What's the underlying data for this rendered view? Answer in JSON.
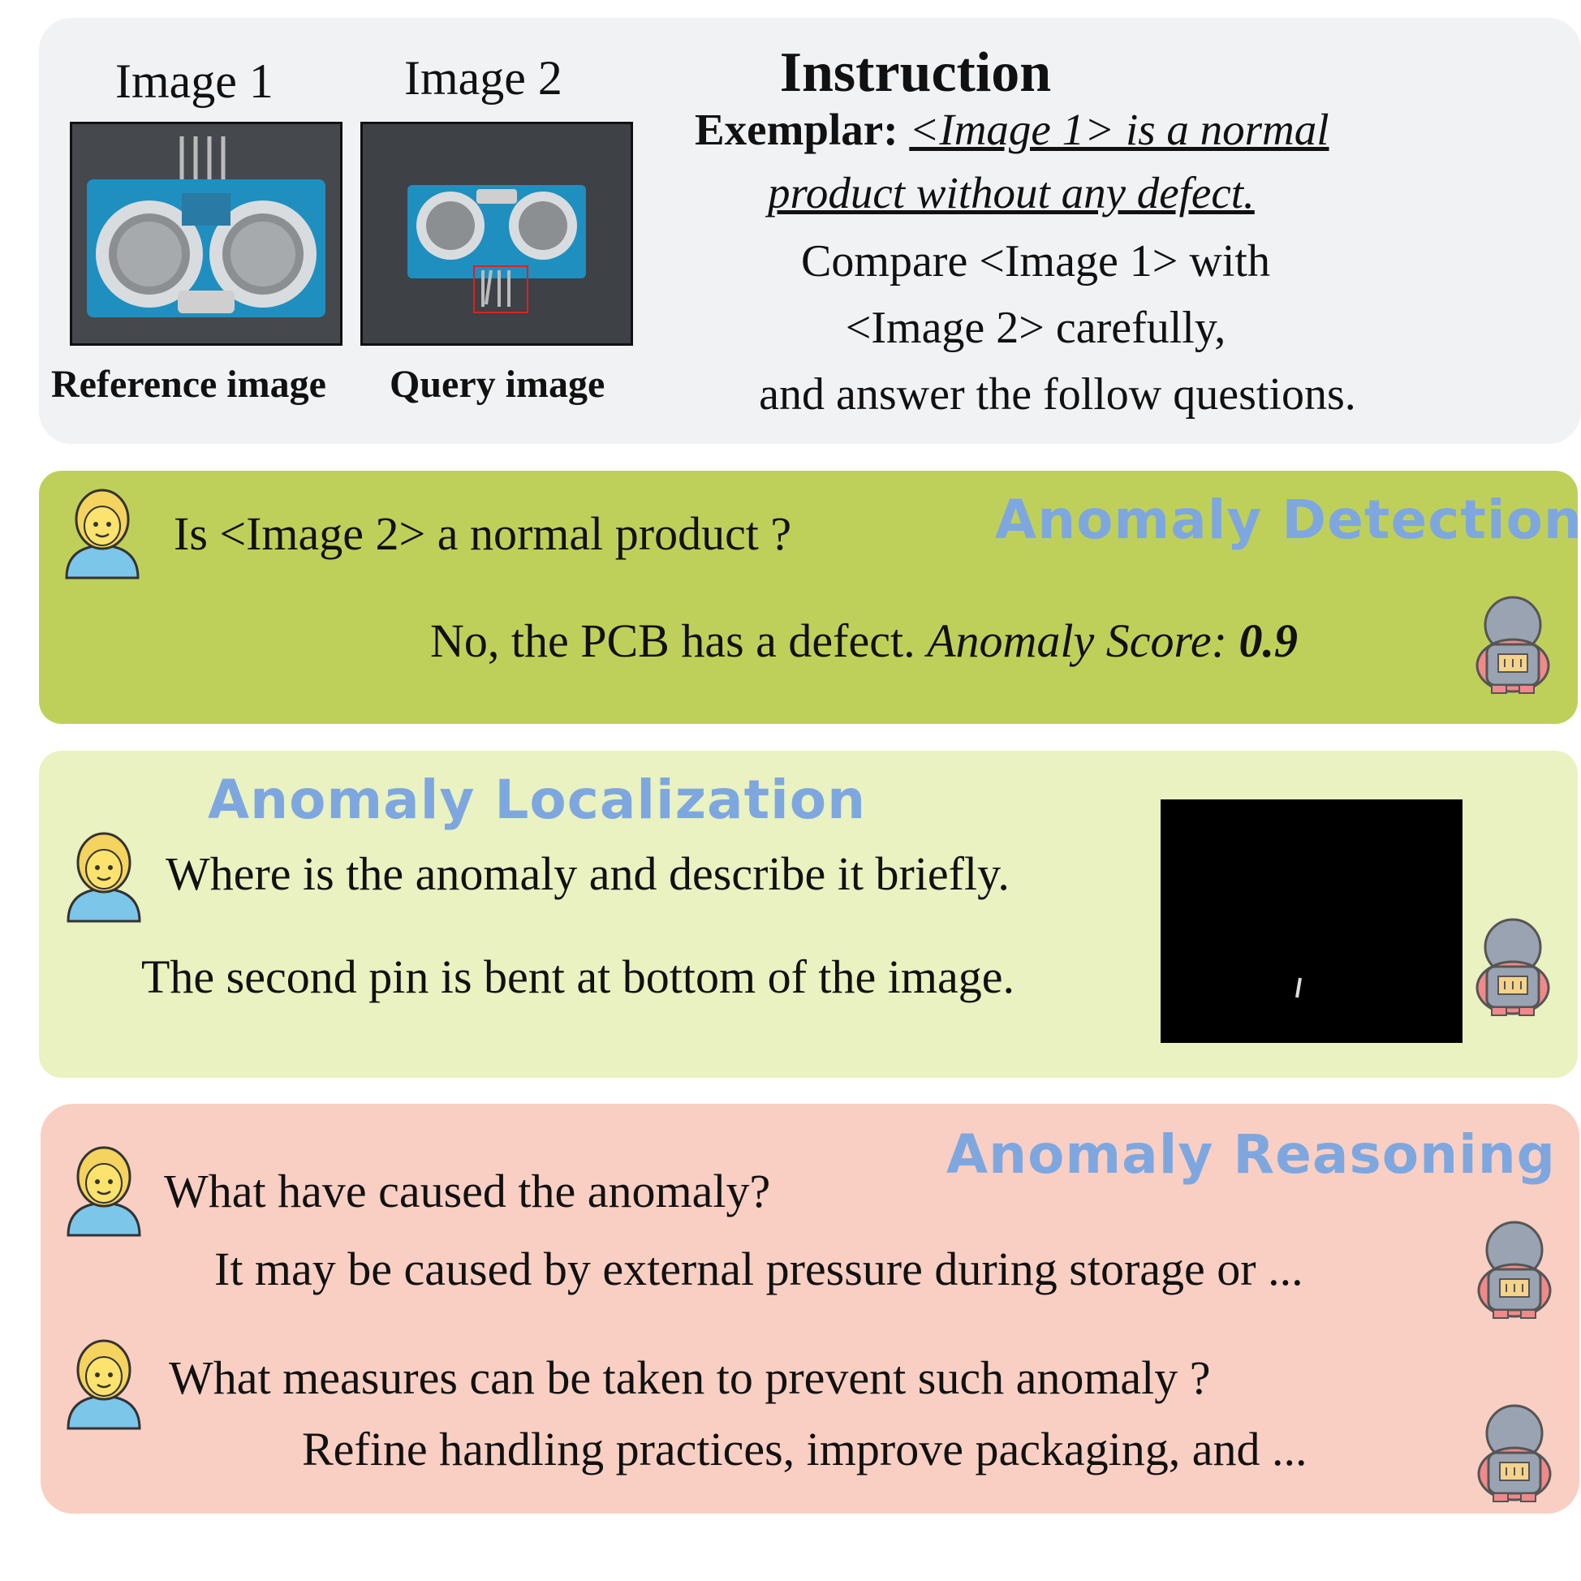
{
  "instruction": {
    "image1_label": "Image 1",
    "image2_label": "Image 2",
    "reference_caption": "Reference image",
    "query_caption": "Query image",
    "title": "Instruction",
    "exemplar_prefix": "Exemplar:",
    "exemplar_line1": "<Image 1> is a normal",
    "exemplar_line2": "product without any defect.",
    "line3": "Compare <Image 1> with",
    "line4": "<Image 2> carefully,",
    "line5": "and answer the follow questions."
  },
  "detection": {
    "title": "Anomaly Detection",
    "question": "Is <Image 2> a normal product ?",
    "answer_text": "No, the PCB has a defect.",
    "score_label": "Anomaly Score:",
    "score_value": "0.9"
  },
  "localization": {
    "title": "Anomaly Localization",
    "question": "Where is the anomaly and describe it briefly.",
    "answer": "The second pin is bent at bottom of the image."
  },
  "reasoning": {
    "title": "Anomaly Reasoning",
    "question1": "What have caused the anomaly?",
    "answer1": "It may be caused by external pressure during storage or ...",
    "question2": "What measures can be taken to prevent such anomaly ?",
    "answer2": "Refine handling practices, improve packaging, and ..."
  },
  "icons": {
    "user": "person-icon",
    "assistant": "robot-icon"
  },
  "colors": {
    "instruction_bg": "#f1f2f4",
    "detection_bg": "#bfd05a",
    "localization_bg": "#e9f2c0",
    "reasoning_bg": "#f9cfc3",
    "title_blue": "#7ea7e0",
    "defect_box": "#e02020"
  }
}
